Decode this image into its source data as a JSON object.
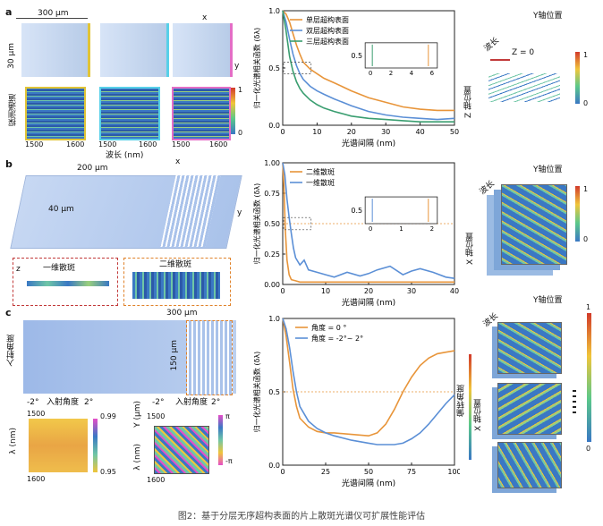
{
  "caption": "图2：基于分层无序超构表面的片上散斑光谱仪可扩展性能评估",
  "panel_a": {
    "label": "a",
    "width_label": "300 μm",
    "height_label": "30 μm",
    "channel_label": "探测通道",
    "wavelength_label": "波长 (nm)",
    "wl_ticks": [
      "1500",
      "1600",
      "1500",
      "1600",
      "1500",
      "1600"
    ],
    "cbar_ticks": [
      "1",
      "0"
    ],
    "axis_x": "x",
    "axis_y": "y"
  },
  "panel_b": {
    "label": "b",
    "width_label": "200 μm",
    "height_label": "40 μm",
    "speckle_1d": "一维散斑",
    "speckle_2d": "二维散斑",
    "axis_x": "x",
    "axis_y": "y",
    "axis_z": "z"
  },
  "panel_c": {
    "label": "c",
    "width_label": "300 μm",
    "height_label": "150 μm",
    "incident_angle": "入射角度",
    "angle_min": "-2°",
    "angle_max": "2°",
    "lambda_label": "λ (nm)",
    "lambda_ticks": [
      "1500",
      "1600"
    ],
    "cbar_ticks": [
      "0.99",
      "0.95"
    ],
    "y_label": "Y (μm)",
    "lambda_label2": "λ (nm)",
    "lambda_ticks2": [
      "1500",
      "1600"
    ],
    "phase_ticks": [
      "π",
      "-π"
    ]
  },
  "right_panels": {
    "y_position": "Y轴位置",
    "z_position": "Z 轴位置",
    "x_position": "X 轴位置",
    "wavelength": "波长",
    "z_zero": "Z = 0",
    "deflection": "偏转角度",
    "cbar_ticks": [
      "1",
      "0"
    ]
  },
  "chart_data": [
    {
      "type": "line",
      "xlabel": "光谱间隔 (nm)",
      "ylabel": "归一化光谱相关函数 (δλ)",
      "xlim": [
        0,
        50
      ],
      "ylim": [
        0,
        1.0
      ],
      "x_ticks": [
        "0",
        "10",
        "20",
        "30",
        "40",
        "50"
      ],
      "y_ticks": [
        "0.0",
        "0.5",
        "1.0"
      ],
      "series": [
        {
          "name": "单层超构表面",
          "color": "#e8953a",
          "x": [
            0,
            1,
            2,
            3,
            4,
            5,
            6,
            8,
            10,
            12,
            15,
            20,
            25,
            30,
            35,
            40,
            45,
            50
          ],
          "y": [
            1.0,
            0.97,
            0.9,
            0.8,
            0.7,
            0.62,
            0.55,
            0.49,
            0.45,
            0.41,
            0.37,
            0.3,
            0.24,
            0.2,
            0.16,
            0.14,
            0.13,
            0.13
          ]
        },
        {
          "name": "双层超构表面",
          "color": "#5b8fd6",
          "x": [
            0,
            1,
            2,
            3,
            4,
            5,
            6,
            8,
            10,
            12,
            15,
            20,
            25,
            30,
            35,
            40,
            45,
            50
          ],
          "y": [
            1.0,
            0.9,
            0.75,
            0.62,
            0.52,
            0.45,
            0.4,
            0.34,
            0.3,
            0.27,
            0.23,
            0.17,
            0.12,
            0.09,
            0.07,
            0.06,
            0.05,
            0.06
          ]
        },
        {
          "name": "三层超构表面",
          "color": "#3a9e70",
          "x": [
            0,
            1,
            2,
            3,
            4,
            5,
            6,
            8,
            10,
            12,
            15,
            20,
            25,
            30,
            35,
            40,
            45,
            50
          ],
          "y": [
            1.0,
            0.82,
            0.6,
            0.47,
            0.38,
            0.32,
            0.28,
            0.22,
            0.18,
            0.15,
            0.12,
            0.08,
            0.06,
            0.05,
            0.04,
            0.03,
            0.03,
            0.03
          ]
        }
      ],
      "inset": {
        "ylabel": "0.5",
        "x_ticks": [
          "0",
          "2",
          "4",
          "6"
        ]
      }
    },
    {
      "type": "line",
      "xlabel": "光谱间隔 (nm)",
      "ylabel": "归一化光谱相关函数 (δλ)",
      "xlim": [
        0,
        40
      ],
      "ylim": [
        0,
        1.0
      ],
      "x_ticks": [
        "0",
        "10",
        "20",
        "30",
        "40"
      ],
      "y_ticks": [
        "0.00",
        "0.25",
        "0.50",
        "0.75",
        "1.00"
      ],
      "series": [
        {
          "name": "二维散斑",
          "color": "#e8953a",
          "x": [
            0,
            0.3,
            0.6,
            1,
            1.5,
            2,
            3,
            4,
            6,
            8,
            10,
            15,
            20,
            25,
            30,
            35,
            40
          ],
          "y": [
            1.0,
            0.8,
            0.45,
            0.2,
            0.08,
            0.04,
            0.03,
            0.02,
            0.02,
            0.02,
            0.02,
            0.02,
            0.02,
            0.02,
            0.02,
            0.02,
            0.02
          ]
        },
        {
          "name": "一维散斑",
          "color": "#5b8fd6",
          "x": [
            0,
            0.5,
            1,
            1.5,
            2,
            2.5,
            3,
            4,
            5,
            6,
            8,
            10,
            12,
            15,
            18,
            20,
            22,
            25,
            28,
            30,
            32,
            35,
            38,
            40
          ],
          "y": [
            1.0,
            0.9,
            0.7,
            0.55,
            0.42,
            0.3,
            0.22,
            0.16,
            0.2,
            0.12,
            0.1,
            0.08,
            0.06,
            0.1,
            0.07,
            0.09,
            0.12,
            0.15,
            0.08,
            0.11,
            0.13,
            0.1,
            0.06,
            0.05
          ]
        }
      ],
      "inset": {
        "ylabel": "0.5",
        "x_ticks": [
          "0",
          "1",
          "2"
        ]
      }
    },
    {
      "type": "line",
      "xlabel": "光谱间隔 (nm)",
      "ylabel": "归一化光谱相关函数 (δλ)",
      "xlim": [
        0,
        100
      ],
      "ylim": [
        0,
        1.0
      ],
      "x_ticks": [
        "0",
        "25",
        "50",
        "75",
        "100"
      ],
      "y_ticks": [
        "0.0",
        "0.5",
        "1.0"
      ],
      "series": [
        {
          "name": "角度 = 0 °",
          "color": "#e8953a",
          "x": [
            0,
            2,
            4,
            6,
            8,
            10,
            15,
            20,
            25,
            30,
            40,
            50,
            55,
            60,
            65,
            70,
            75,
            80,
            85,
            90,
            95,
            100
          ],
          "y": [
            1.0,
            0.88,
            0.7,
            0.52,
            0.4,
            0.32,
            0.26,
            0.23,
            0.22,
            0.22,
            0.21,
            0.2,
            0.22,
            0.28,
            0.38,
            0.5,
            0.6,
            0.68,
            0.73,
            0.76,
            0.77,
            0.78
          ]
        },
        {
          "name": "角度 = -2°~ 2°",
          "color": "#5b8fd6",
          "x": [
            0,
            2,
            4,
            6,
            8,
            10,
            15,
            20,
            25,
            30,
            40,
            50,
            55,
            60,
            65,
            70,
            75,
            80,
            85,
            90,
            95,
            100
          ],
          "y": [
            1.0,
            0.93,
            0.8,
            0.64,
            0.5,
            0.4,
            0.3,
            0.25,
            0.22,
            0.2,
            0.17,
            0.15,
            0.14,
            0.14,
            0.14,
            0.15,
            0.18,
            0.22,
            0.28,
            0.35,
            0.42,
            0.48
          ]
        }
      ],
      "threshold": 0.5
    }
  ]
}
